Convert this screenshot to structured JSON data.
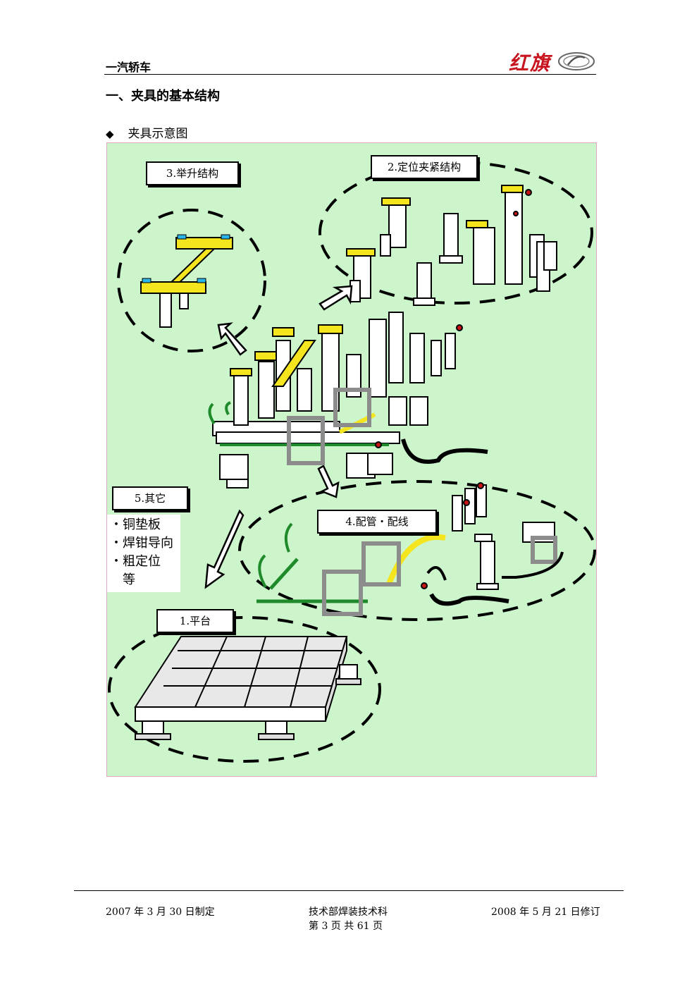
{
  "header": {
    "company": "一汽轿车",
    "logo_text": "红旗"
  },
  "section": {
    "title": "一、夹具的基本结构",
    "bullet_text": "夹具示意图"
  },
  "figure": {
    "labels": {
      "platform": "1.平台",
      "clamp": "2.定位夹紧结构",
      "lift": "3.举升结构",
      "piping": "4.配管・配线",
      "other": "5.其它"
    },
    "other_items": [
      "・铜垫板",
      "・焊钳导向",
      "・粗定位",
      "　等"
    ],
    "colors": {
      "background": "#ccf5cc",
      "border": "#e0a6c4",
      "yellow": "#f5e51e",
      "blue": "#2ab5e8",
      "green": "#1f8a2a",
      "gray": "#8c8c8c",
      "red": "#c81414"
    }
  },
  "footer": {
    "created": "2007 年 3 月 30 日制定",
    "department": "技术部焊装技术科",
    "revised": "2008 年 5 月 21 日修订",
    "page": "第  3  页  共  61  页"
  }
}
